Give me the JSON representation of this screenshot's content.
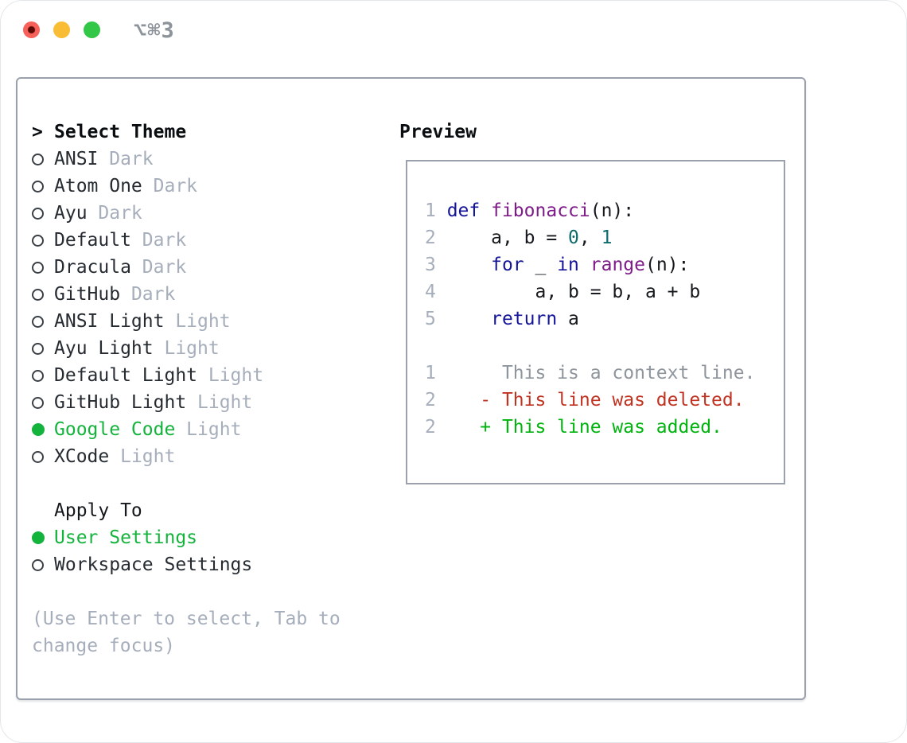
{
  "window": {
    "title": "⌥⌘3"
  },
  "theme_picker": {
    "header": "Select Theme",
    "header_marker": ">",
    "items": [
      {
        "label": "ANSI",
        "variant": "Dark",
        "selected": false
      },
      {
        "label": "Atom One",
        "variant": "Dark",
        "selected": false
      },
      {
        "label": "Ayu",
        "variant": "Dark",
        "selected": false
      },
      {
        "label": "Default",
        "variant": "Dark",
        "selected": false
      },
      {
        "label": "Dracula",
        "variant": "Dark",
        "selected": false
      },
      {
        "label": "GitHub",
        "variant": "Dark",
        "selected": false
      },
      {
        "label": "ANSI Light",
        "variant": "Light",
        "selected": false
      },
      {
        "label": "Ayu Light",
        "variant": "Light",
        "selected": false
      },
      {
        "label": "Default Light",
        "variant": "Light",
        "selected": false
      },
      {
        "label": "GitHub Light",
        "variant": "Light",
        "selected": false
      },
      {
        "label": "Google Code",
        "variant": "Light",
        "selected": true
      },
      {
        "label": "XCode",
        "variant": "Light",
        "selected": false
      }
    ]
  },
  "apply_to": {
    "header": "Apply To",
    "items": [
      {
        "label": "User Settings",
        "selected": true
      },
      {
        "label": "Workspace Settings",
        "selected": false
      }
    ]
  },
  "hint": "(Use Enter to select, Tab to change focus)",
  "preview": {
    "header": "Preview",
    "code_lines": [
      {
        "num": "1",
        "tokens": [
          [
            "def",
            "kwd"
          ],
          [
            " ",
            "pln"
          ],
          [
            "fibonacci",
            "typ"
          ],
          [
            "(n):",
            "pln"
          ]
        ]
      },
      {
        "num": "2",
        "tokens": [
          [
            "    a, b = ",
            "pln"
          ],
          [
            "0",
            "lit"
          ],
          [
            ", ",
            "pln"
          ],
          [
            "1",
            "lit"
          ]
        ]
      },
      {
        "num": "3",
        "tokens": [
          [
            "    ",
            "pln"
          ],
          [
            "for",
            "kwd"
          ],
          [
            " _ ",
            "pln"
          ],
          [
            "in",
            "kwd"
          ],
          [
            " ",
            "pln"
          ],
          [
            "range",
            "typ"
          ],
          [
            "(n):",
            "pln"
          ]
        ]
      },
      {
        "num": "4",
        "tokens": [
          [
            "        a, b = b, a + b",
            "pln"
          ]
        ]
      },
      {
        "num": "5",
        "tokens": [
          [
            "    ",
            "pln"
          ],
          [
            "return",
            "kwd"
          ],
          [
            " a",
            "pln"
          ]
        ]
      }
    ],
    "diff_lines": [
      {
        "num": "1",
        "text": "     This is a context line.",
        "kind": "ctx"
      },
      {
        "num": "2",
        "text": "   - This line was deleted.",
        "kind": "del"
      },
      {
        "num": "2",
        "text": "   + This line was added.",
        "kind": "add"
      }
    ]
  },
  "colors": {
    "text": "#262b31",
    "muted": "#a6aebb",
    "hint": "#a6aebb",
    "green": "#13b33c",
    "border": "#9aa1ac",
    "gutter": "#a6aebb",
    "kwd": "#14149a",
    "typ": "#7e1c8a",
    "lit": "#0e6b6b",
    "pln": "#15181c",
    "ctx": "#8e959c",
    "del": "#c03322",
    "add": "#00b30e",
    "title": "#8d939b",
    "traffic_red": "#f8605a",
    "traffic_red_dot": "#5c0a04",
    "traffic_yellow": "#f9bc35",
    "traffic_green": "#33c748"
  }
}
